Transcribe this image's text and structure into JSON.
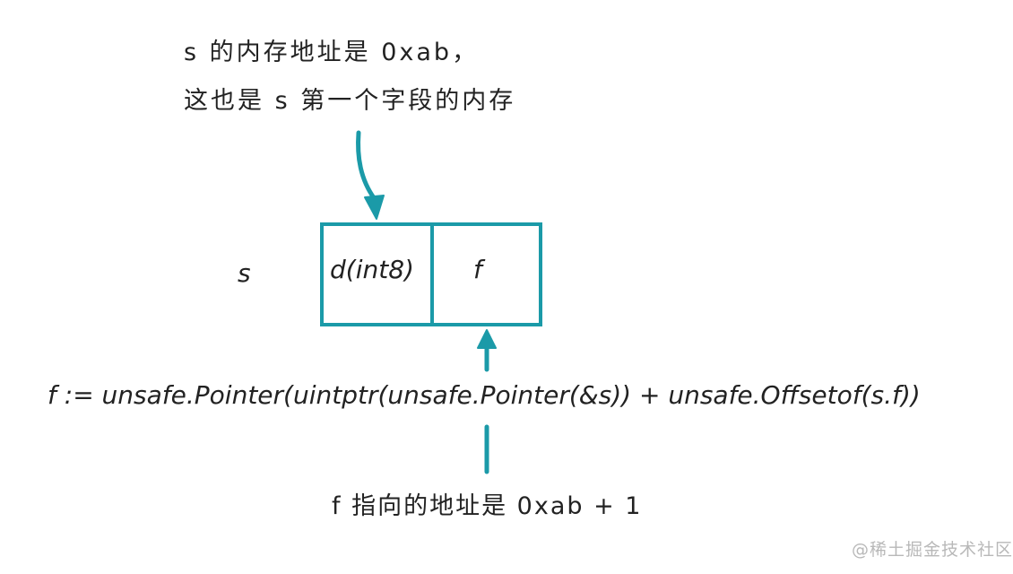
{
  "annotations": {
    "top_line_1": "s 的内存地址是 0xab，",
    "top_line_2": "这也是 s 第一个字段的内存",
    "bottom_line": "f 指向的地址是 0xab + 1"
  },
  "struct": {
    "name": "s",
    "fields": [
      {
        "label": "d(int8)"
      },
      {
        "label": "f"
      }
    ]
  },
  "code": "f := unsafe.Pointer(uintptr(unsafe.Pointer(&s)) + unsafe.Offsetof(s.f))",
  "watermark": "@稀土掘金技术社区",
  "colors": {
    "accent": "#1b9aa8",
    "text": "#222222",
    "watermark": "#b8b8b8"
  }
}
